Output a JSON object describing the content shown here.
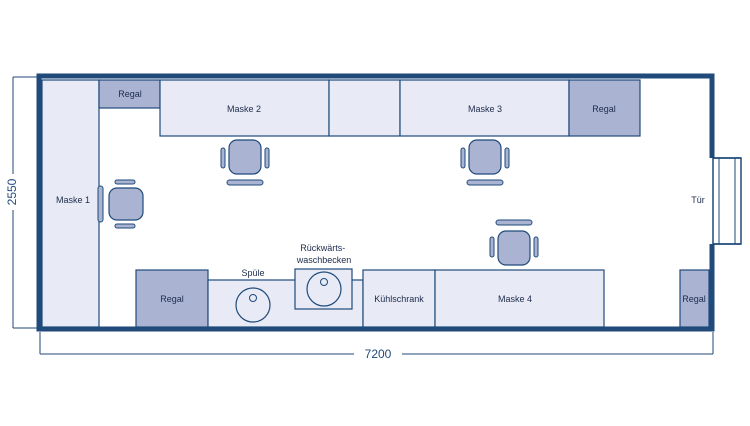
{
  "dimensions": {
    "width": "7200",
    "height": "2550"
  },
  "colors": {
    "wall": "#1f4a7a",
    "furniture_fill": "#e8ebf5",
    "shelf_fill": "#aab4d2",
    "line": "#1f4a7a"
  },
  "labels": {
    "maske_1": "Maske 1",
    "maske_2": "Maske 2",
    "maske_3": "Maske 3",
    "maske_4": "Maske 4",
    "regal_top_left": "Regal",
    "regal_top_right": "Regal",
    "regal_bottom_left": "Regal",
    "regal_bottom_right": "Regal",
    "spuele": "Spüle",
    "rueckwaerts_line1": "Rückwärts-",
    "rueckwaerts_line2": "waschbecken",
    "kuehlschrank": "Kühlschrank",
    "tuer": "Tür"
  },
  "icons": [
    "office-chair-icon",
    "sink-basin-icon",
    "door-icon"
  ]
}
